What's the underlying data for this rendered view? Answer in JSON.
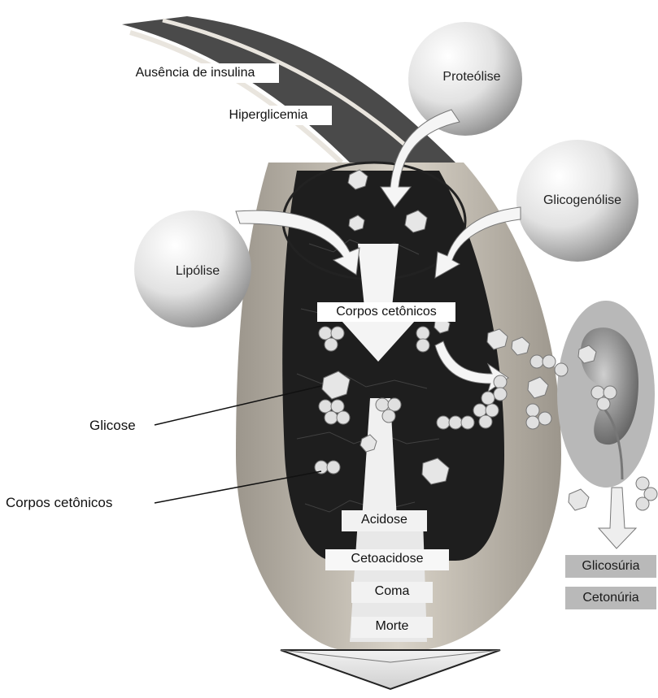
{
  "labels": {
    "ausencia_insulina": "Ausência de insulina",
    "hiperglicemia": "Hiperglicemia",
    "proteolise": "Proteólise",
    "glicogenolise": "Glicogenólise",
    "lipolise": "Lipólise",
    "corpos_cetonicos_center": "Corpos cetônicos",
    "glicose": "Glicose",
    "corpos_cetonicos_left": "Corpos cetônicos",
    "acidose": "Acidose",
    "cetoacidose": "Cetoacidose",
    "coma": "Coma",
    "morte": "Morte",
    "glicosuria": "Glicosúria",
    "cetonuria": "Cetonúria"
  },
  "colors": {
    "vessel_interior": "#1e1e1e",
    "vessel_wall": "#c8c2b8",
    "output_box": "#b9b9b9",
    "sphere": "#d8d8d8"
  }
}
